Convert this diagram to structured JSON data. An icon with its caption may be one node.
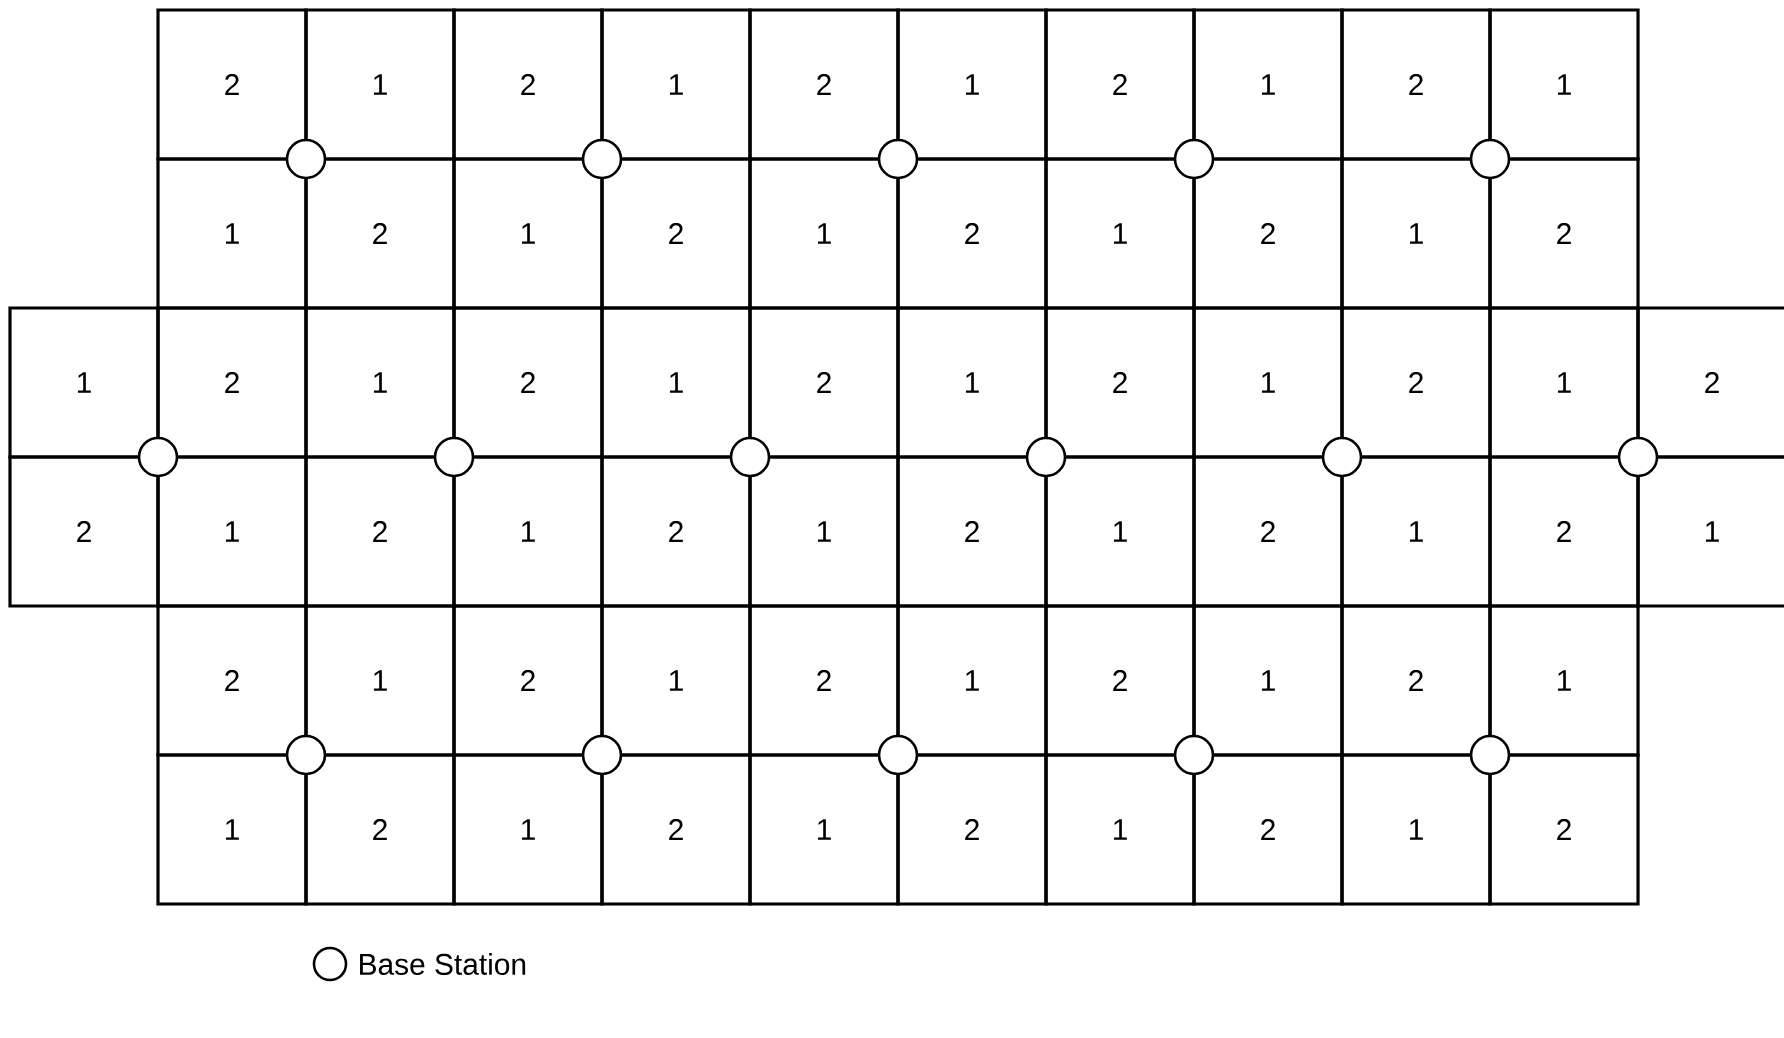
{
  "diagram": {
    "nodes": [
      {
        "text": [
          "2"
        ]
      },
      {
        "text": [
          "1"
        ]
      },
      {
        "text": [
          "2"
        ]
      },
      {
        "text": [
          "1"
        ]
      },
      {
        "text": [
          "2"
        ]
      },
      {
        "text": [
          "1"
        ]
      },
      {
        "text": [
          "2"
        ]
      },
      {
        "text": [
          "1"
        ]
      },
      {
        "text": [
          "2"
        ]
      },
      {
        "text": [
          "1"
        ]
      },
      {
        "text": [
          "1"
        ]
      },
      {
        "text": [
          "2"
        ]
      },
      {
        "text": [
          "1"
        ]
      },
      {
        "text": [
          "2"
        ]
      },
      {
        "text": [
          "1"
        ]
      },
      {
        "text": [
          "2"
        ]
      },
      {
        "text": [
          "1"
        ]
      },
      {
        "text": [
          "2"
        ]
      },
      {
        "text": [
          "1"
        ]
      },
      {
        "text": [
          "2"
        ]
      },
      {
        "text": [
          "1"
        ]
      },
      {
        "text": [
          "2"
        ]
      },
      {
        "text": [
          "1"
        ]
      },
      {
        "text": [
          "2"
        ]
      },
      {
        "text": [
          "1"
        ]
      },
      {
        "text": [
          "2"
        ]
      },
      {
        "text": [
          "1"
        ]
      },
      {
        "text": [
          "2"
        ]
      },
      {
        "text": [
          "1"
        ]
      },
      {
        "text": [
          "2"
        ]
      },
      {
        "text": [
          "1"
        ]
      },
      {
        "text": [
          "2"
        ]
      },
      {
        "text": [
          "2"
        ]
      },
      {
        "text": [
          "1"
        ]
      },
      {
        "text": [
          "2"
        ]
      },
      {
        "text": [
          "1"
        ]
      },
      {
        "text": [
          "2"
        ]
      },
      {
        "text": [
          "1"
        ]
      },
      {
        "text": [
          "2"
        ]
      },
      {
        "text": [
          "1"
        ]
      },
      {
        "text": [
          "2"
        ]
      },
      {
        "text": [
          "1"
        ]
      },
      {
        "text": [
          "2"
        ]
      },
      {
        "text": [
          "1"
        ]
      },
      {
        "text": [
          "2"
        ]
      },
      {
        "text": [
          "1"
        ]
      },
      {
        "text": [
          "2"
        ]
      },
      {
        "text": [
          "1"
        ]
      },
      {
        "text": [
          "2"
        ]
      },
      {
        "text": [
          "1"
        ]
      },
      {
        "text": [
          "2"
        ]
      },
      {
        "text": [
          "1"
        ]
      },
      {
        "text": [
          "2"
        ]
      },
      {
        "text": [
          "1"
        ]
      },
      {
        "text": [
          "1"
        ]
      },
      {
        "text": [
          "2"
        ]
      },
      {
        "text": [
          "1"
        ]
      },
      {
        "text": [
          "2"
        ]
      },
      {
        "text": [
          "1"
        ]
      },
      {
        "text": [
          "2"
        ]
      },
      {
        "text": [
          "1"
        ]
      },
      {
        "text": [
          "2"
        ]
      },
      {
        "text": [
          "1"
        ]
      },
      {
        "text": [
          "2"
        ]
      }
    ],
    "legend": [
      {
        "text": "Base Station"
      }
    ]
  }
}
